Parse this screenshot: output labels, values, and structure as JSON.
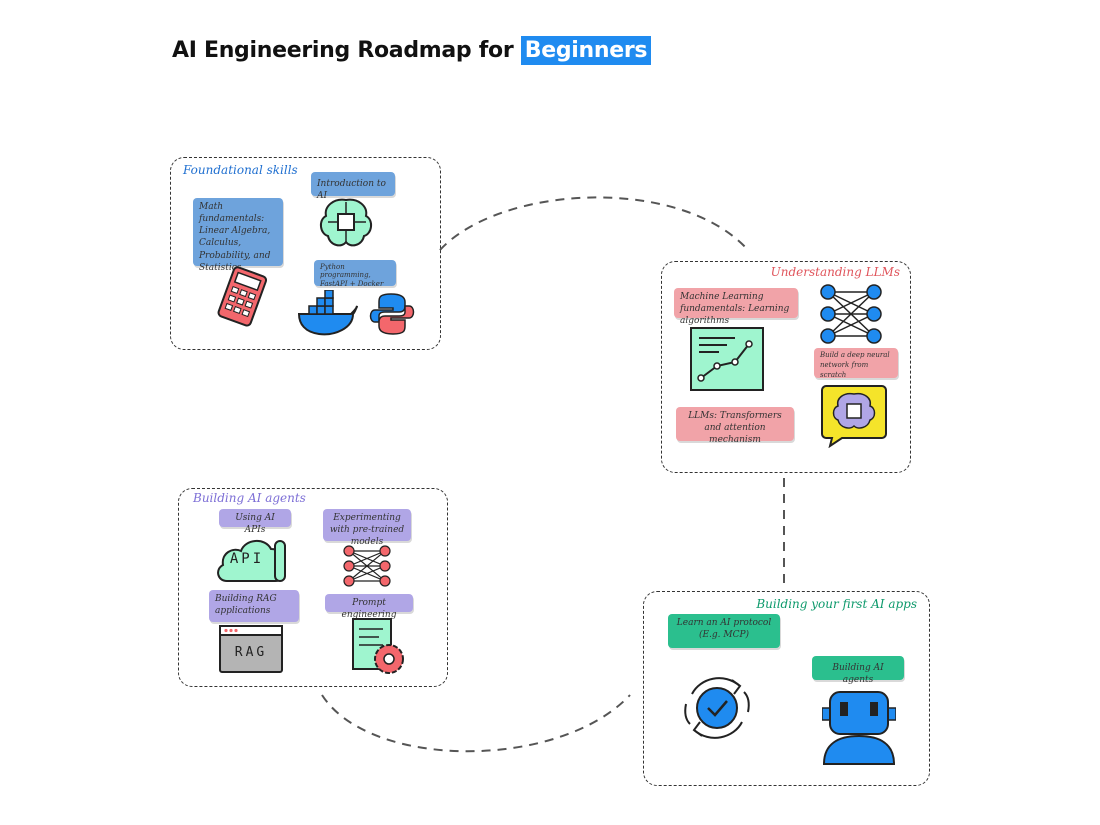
{
  "title": {
    "text": "AI Engineering Roadmap for",
    "highlight": "Beginners"
  },
  "colors": {
    "highlight": "#1f8bf0",
    "blue_note": "#6ea3dc",
    "pink_note": "#f1a3a8",
    "purple_note": "#b0a6e6",
    "green_note": "#2bbf8e",
    "mint_icon": "#9ff5cf"
  },
  "sections": {
    "foundational": {
      "title": "Foundational skills",
      "notes": [
        "Math fundamentals: Linear Algebra, Calculus, Probability, and Statistics",
        "Introduction to AI",
        "Python programming, FastAPI + Docker"
      ],
      "icons": [
        "calculator-icon",
        "brain-chip-icon",
        "docker-icon",
        "python-icon"
      ]
    },
    "llms": {
      "title": "Understanding LLMs",
      "notes": [
        "Machine Learning fundamentals: Learning algorithms",
        "Build a deep neural network from scratch",
        "LLMs: Transformers and attention mechanism"
      ],
      "icons": [
        "neural-network-icon",
        "chart-icon",
        "ai-chat-icon"
      ]
    },
    "apps": {
      "title": "Building your first AI apps",
      "notes": [
        "Learn an AI protocol (E.g. MCP)",
        "Building AI agents"
      ],
      "icons": [
        "sync-check-icon",
        "robot-icon"
      ]
    },
    "agents": {
      "title": "Building AI agents",
      "notes": [
        "Using AI APIs",
        "Experimenting with pre-trained models",
        "Building RAG applications",
        "Prompt engineering"
      ],
      "icon_labels": {
        "api": "API",
        "rag": "RAG"
      },
      "icons": [
        "api-cloud-icon",
        "network-icon",
        "rag-window-icon",
        "prompt-doc-icon"
      ]
    }
  }
}
